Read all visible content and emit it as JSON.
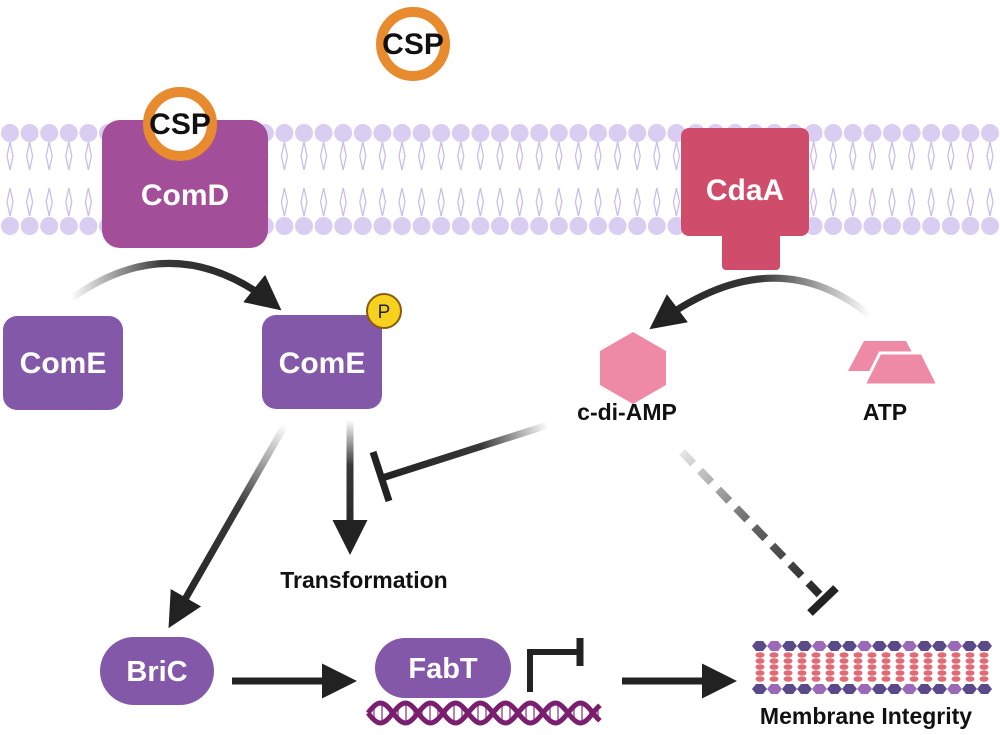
{
  "labels": {
    "csp_free": "CSP",
    "csp_bound": "CSP",
    "comd": "ComD",
    "cdaa": "CdaA",
    "come": "ComE",
    "come_p": "ComE",
    "phospho": "P",
    "cdiamp": "c-di-AMP",
    "atp": "ATP",
    "transformation": "Transformation",
    "bric": "BriC",
    "fabt": "FabT",
    "membrane_integrity": "Membrane Integrity"
  },
  "colors": {
    "lipid": "#d9cdf1",
    "lipid_tail": "#cbbde9",
    "comd": "#a24e98",
    "come": "#8458a8",
    "cdaa": "#cf4c6b",
    "pink_small": "#ee8aa6",
    "csp_ring": "#e88a2e",
    "phospho": "#f6d21e",
    "arrow": "#222222",
    "dna": "#7a1f6f",
    "membrane_chain": "#5a4a8a",
    "membrane_lipid": "#e06a76"
  },
  "icons": {
    "bilayer": "lipid-bilayer-icon",
    "atp": "atp-trapezoid-icon",
    "cdiamp": "hexagon-icon",
    "dna": "dna-helix-icon",
    "promoter": "promoter-bracket-icon",
    "membrane": "membrane-lattice-icon"
  }
}
